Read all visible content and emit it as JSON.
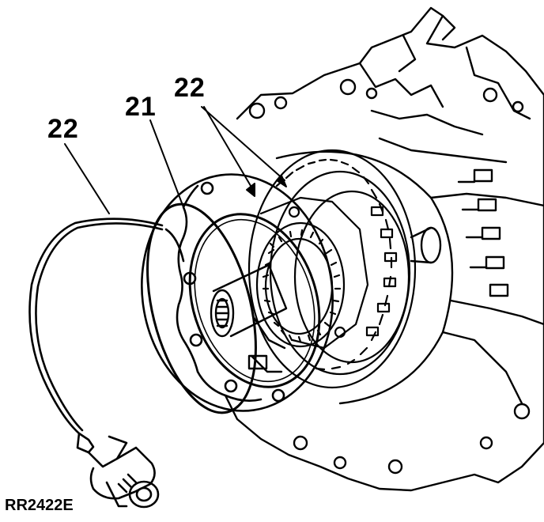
{
  "callouts": {
    "left": "22",
    "middle": "21",
    "right": "22"
  },
  "figure_id": "RR2422E",
  "colors": {
    "ink": "#000000",
    "paper": "#ffffff"
  }
}
